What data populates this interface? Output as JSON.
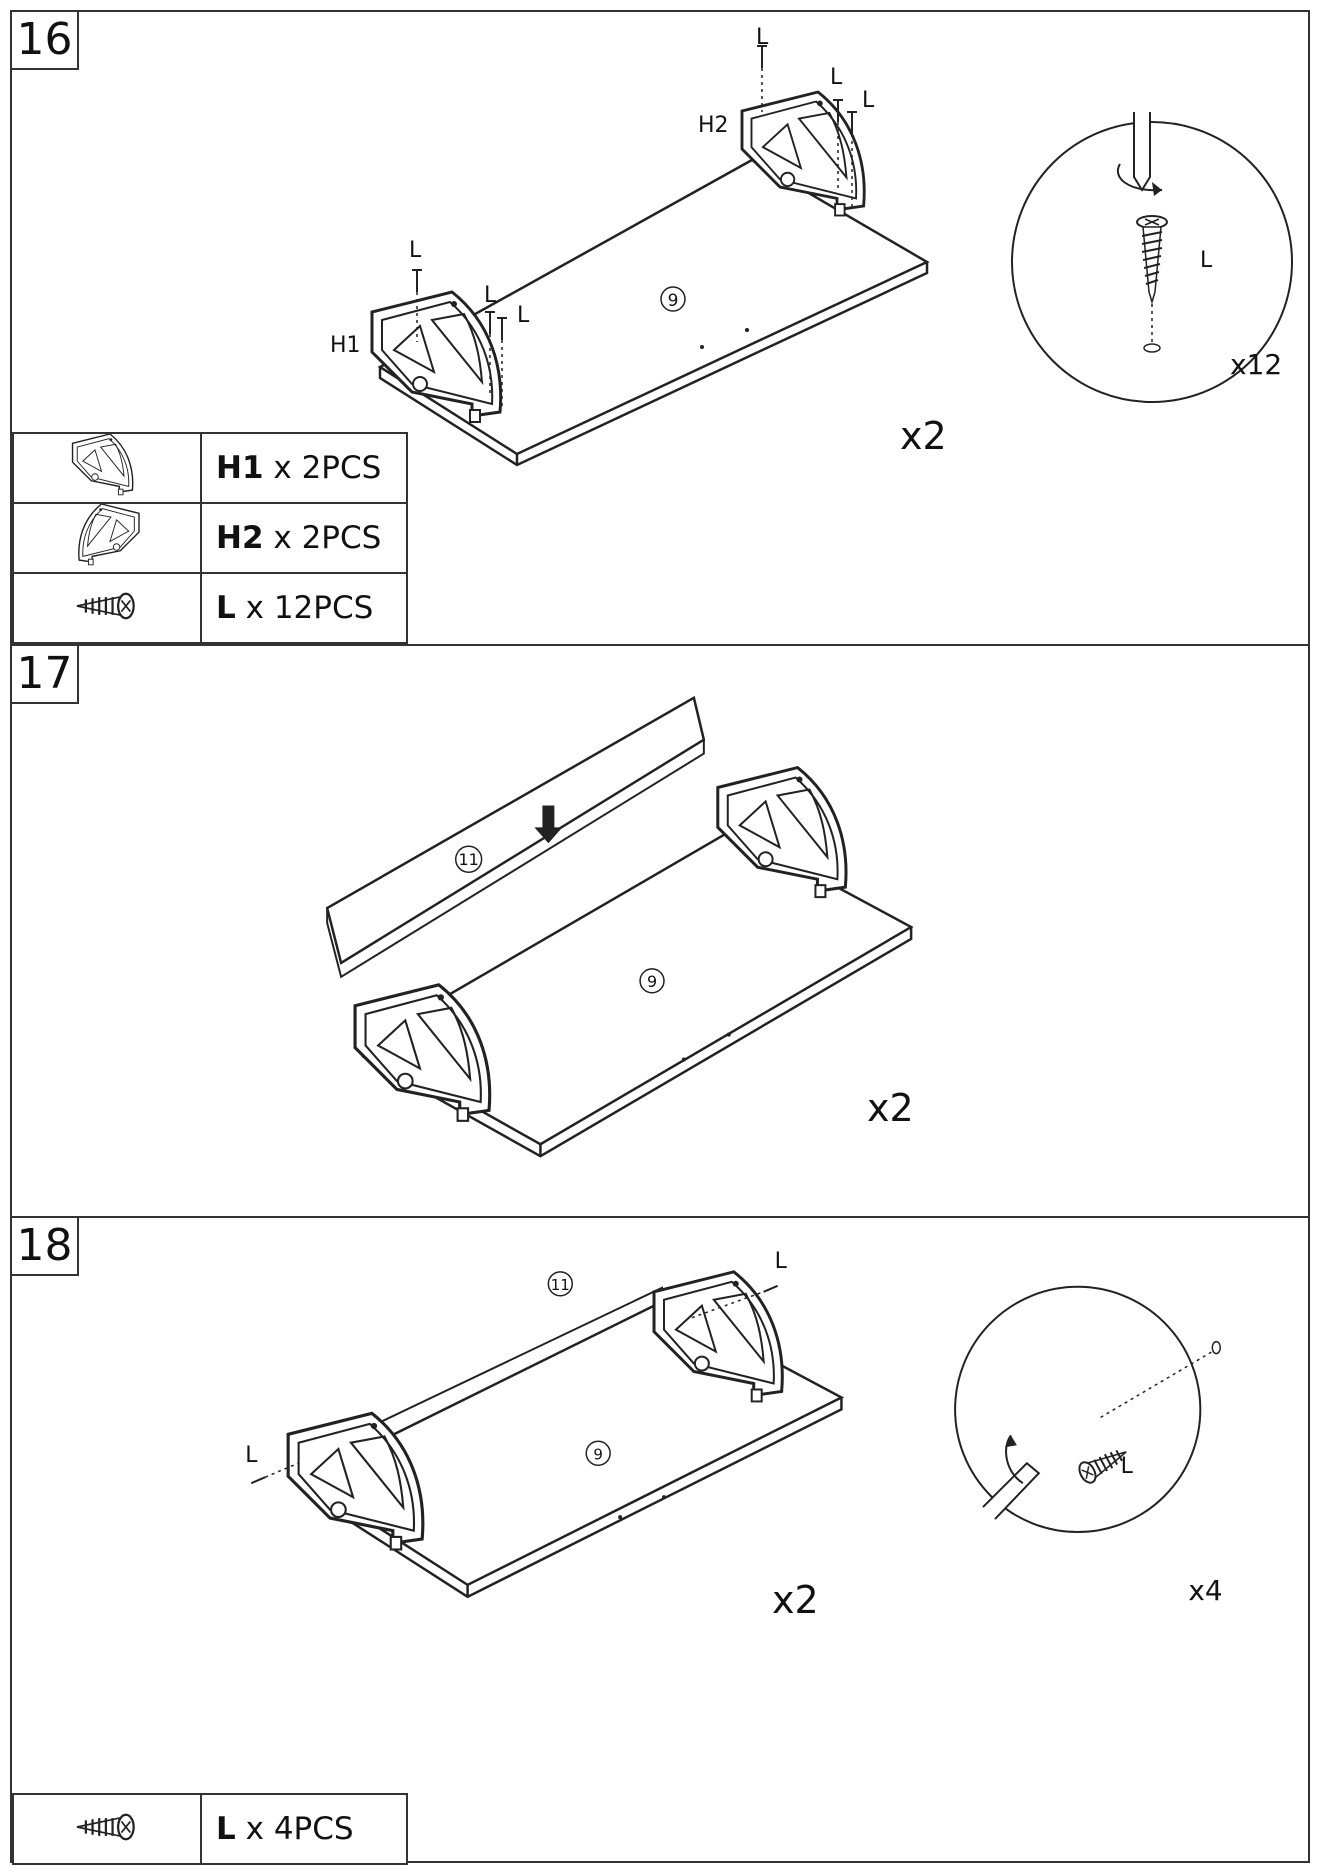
{
  "steps": [
    {
      "number": "16",
      "multiplier": "x2",
      "panel_label": "9",
      "screw_label": "L",
      "hinge_labels": [
        "H1",
        "H2"
      ],
      "detail": {
        "screw_label": "L",
        "count": "x12"
      },
      "parts": [
        {
          "icon": "hinge-h1-icon",
          "code": "H1",
          "qty": " x 2PCS"
        },
        {
          "icon": "hinge-h2-icon",
          "code": "H2",
          "qty": " x 2PCS"
        },
        {
          "icon": "screw-icon",
          "code": "L",
          "qty": " x 12PCS"
        }
      ]
    },
    {
      "number": "17",
      "multiplier": "x2",
      "panel_label": "9",
      "board_label": "11"
    },
    {
      "number": "18",
      "multiplier": "x2",
      "panel_label": "9",
      "board_label": "11",
      "screw_label": "L",
      "detail": {
        "screw_label": "L",
        "count": "x4"
      },
      "parts": [
        {
          "icon": "screw-icon",
          "code": "L",
          "qty": " x 4PCS"
        }
      ]
    }
  ]
}
